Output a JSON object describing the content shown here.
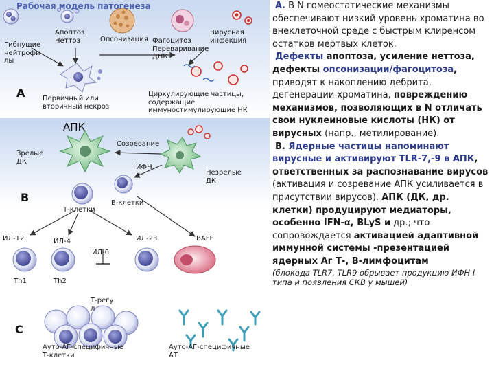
{
  "diagram": {
    "title": "Рабочая модель патогенеза",
    "section_a": "A",
    "section_b": "B",
    "section_c": "C",
    "labels": {
      "neutrophil": "Гибнущие\nнейтрофи\nлы",
      "apoptosis": "Апоптоз\nНеттоз",
      "opsonization": "Опсонизация",
      "phagocytosis": "Фагоцитоз\nПереваривание\nДНК",
      "viral": "Вирусная\nинфекция",
      "necrosis": "Первичный или\nвторичный некроз",
      "circulating": "Циркулирующие частицы,\nсодержащие\nиммуностимулирующие НК",
      "apc": "АПК",
      "mature_dc": "Зрелые\nДК",
      "maturation": "Созревание",
      "ifn": "ИФН\nα",
      "immature_dc": "Незрелые\nДК",
      "b_cells": "В-клетки",
      "t_cells": "Т-клетки",
      "il12": "ИЛ-12",
      "il4": "ИЛ-4",
      "il6": "ИЛ-6",
      "il23": "ИЛ-23",
      "baff": "BAFF",
      "th1": "Th1",
      "th2": "Th2",
      "treg": "Т-регу\nл",
      "auto_t": "Ауто-АГ-специфичные\nТ-клетки",
      "auto_at": "Ауто-АГ-специфичные\nАТ"
    }
  },
  "text": {
    "a_marker": "А.",
    "a_intro": " В N гомеостатические механизмы обеспечивают низкий уровень хроматина во внеклеточной среде с быстрым клиренсом остатков мертвых клеток.",
    "def1": "Дефекты",
    "def2": " апоптоза, усиление неттоза, дефекты ",
    "def3": "опсонизации/фагоцитоза",
    "def4": ",",
    "def5": " приводят к накоплению дебрита, дегенерации хроматина, ",
    "def6": "повреждению механизмов, позволяющих в N отличать свои нуклеиновые кислоты (НК) от вирусных",
    "def7": " (напр., метилирование).",
    "b_marker": "B.",
    "b1": " Ядерные частицы напоминают вирусные и активируют TLR-7,-9 в АПК",
    "b2": ", ответственных за распознавание вирусов",
    "b3": " (активация и созревание АПК усиливается в присутствии вирусов). ",
    "b4": "АПК (ДК, др. клетки) продуцируют медиаторы, особенно IFN-α, BLyS и",
    "b5": " др.; что сопровождается ",
    "b6": "активацией адаптивной иммунной системы -презентацией ядерных Аг Т-, В-лимфоцитам",
    "note": "(блокада TLR7, TLR9 обрывает продукцию ИФН I типа и появления СКВ у мышей)"
  },
  "colors": {
    "title": "#4a5fb0",
    "emphasis": "#2e3c8c",
    "panel_top": "#d8e4f4",
    "cell_light": "#eef1fb",
    "cell_dark": "#5a5fa8",
    "dc_green": "#8fcd9a",
    "virus_red": "#c8322f",
    "baff_cell": "#e88a9b",
    "antibody": "#3d9fb7"
  }
}
